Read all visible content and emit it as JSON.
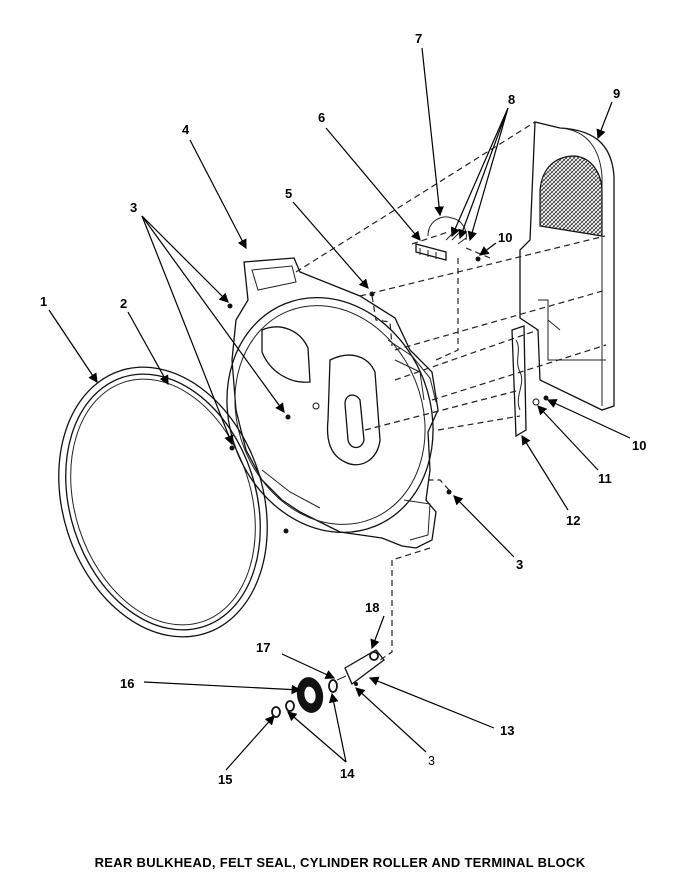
{
  "caption": "REAR BULKHEAD, FELT SEAL, CYLINDER ROLLER AND TERMINAL BLOCK",
  "callouts": {
    "c1": "1",
    "c2": "2",
    "c3a": "3",
    "c3b": "3",
    "c3c": "3",
    "c4": "4",
    "c5": "5",
    "c6": "6",
    "c7": "7",
    "c8": "8",
    "c9": "9",
    "c10a": "10",
    "c10b": "10",
    "c11": "11",
    "c12": "12",
    "c13": "13",
    "c14": "14",
    "c15": "15",
    "c16": "16",
    "c17": "17",
    "c18": "18"
  }
}
